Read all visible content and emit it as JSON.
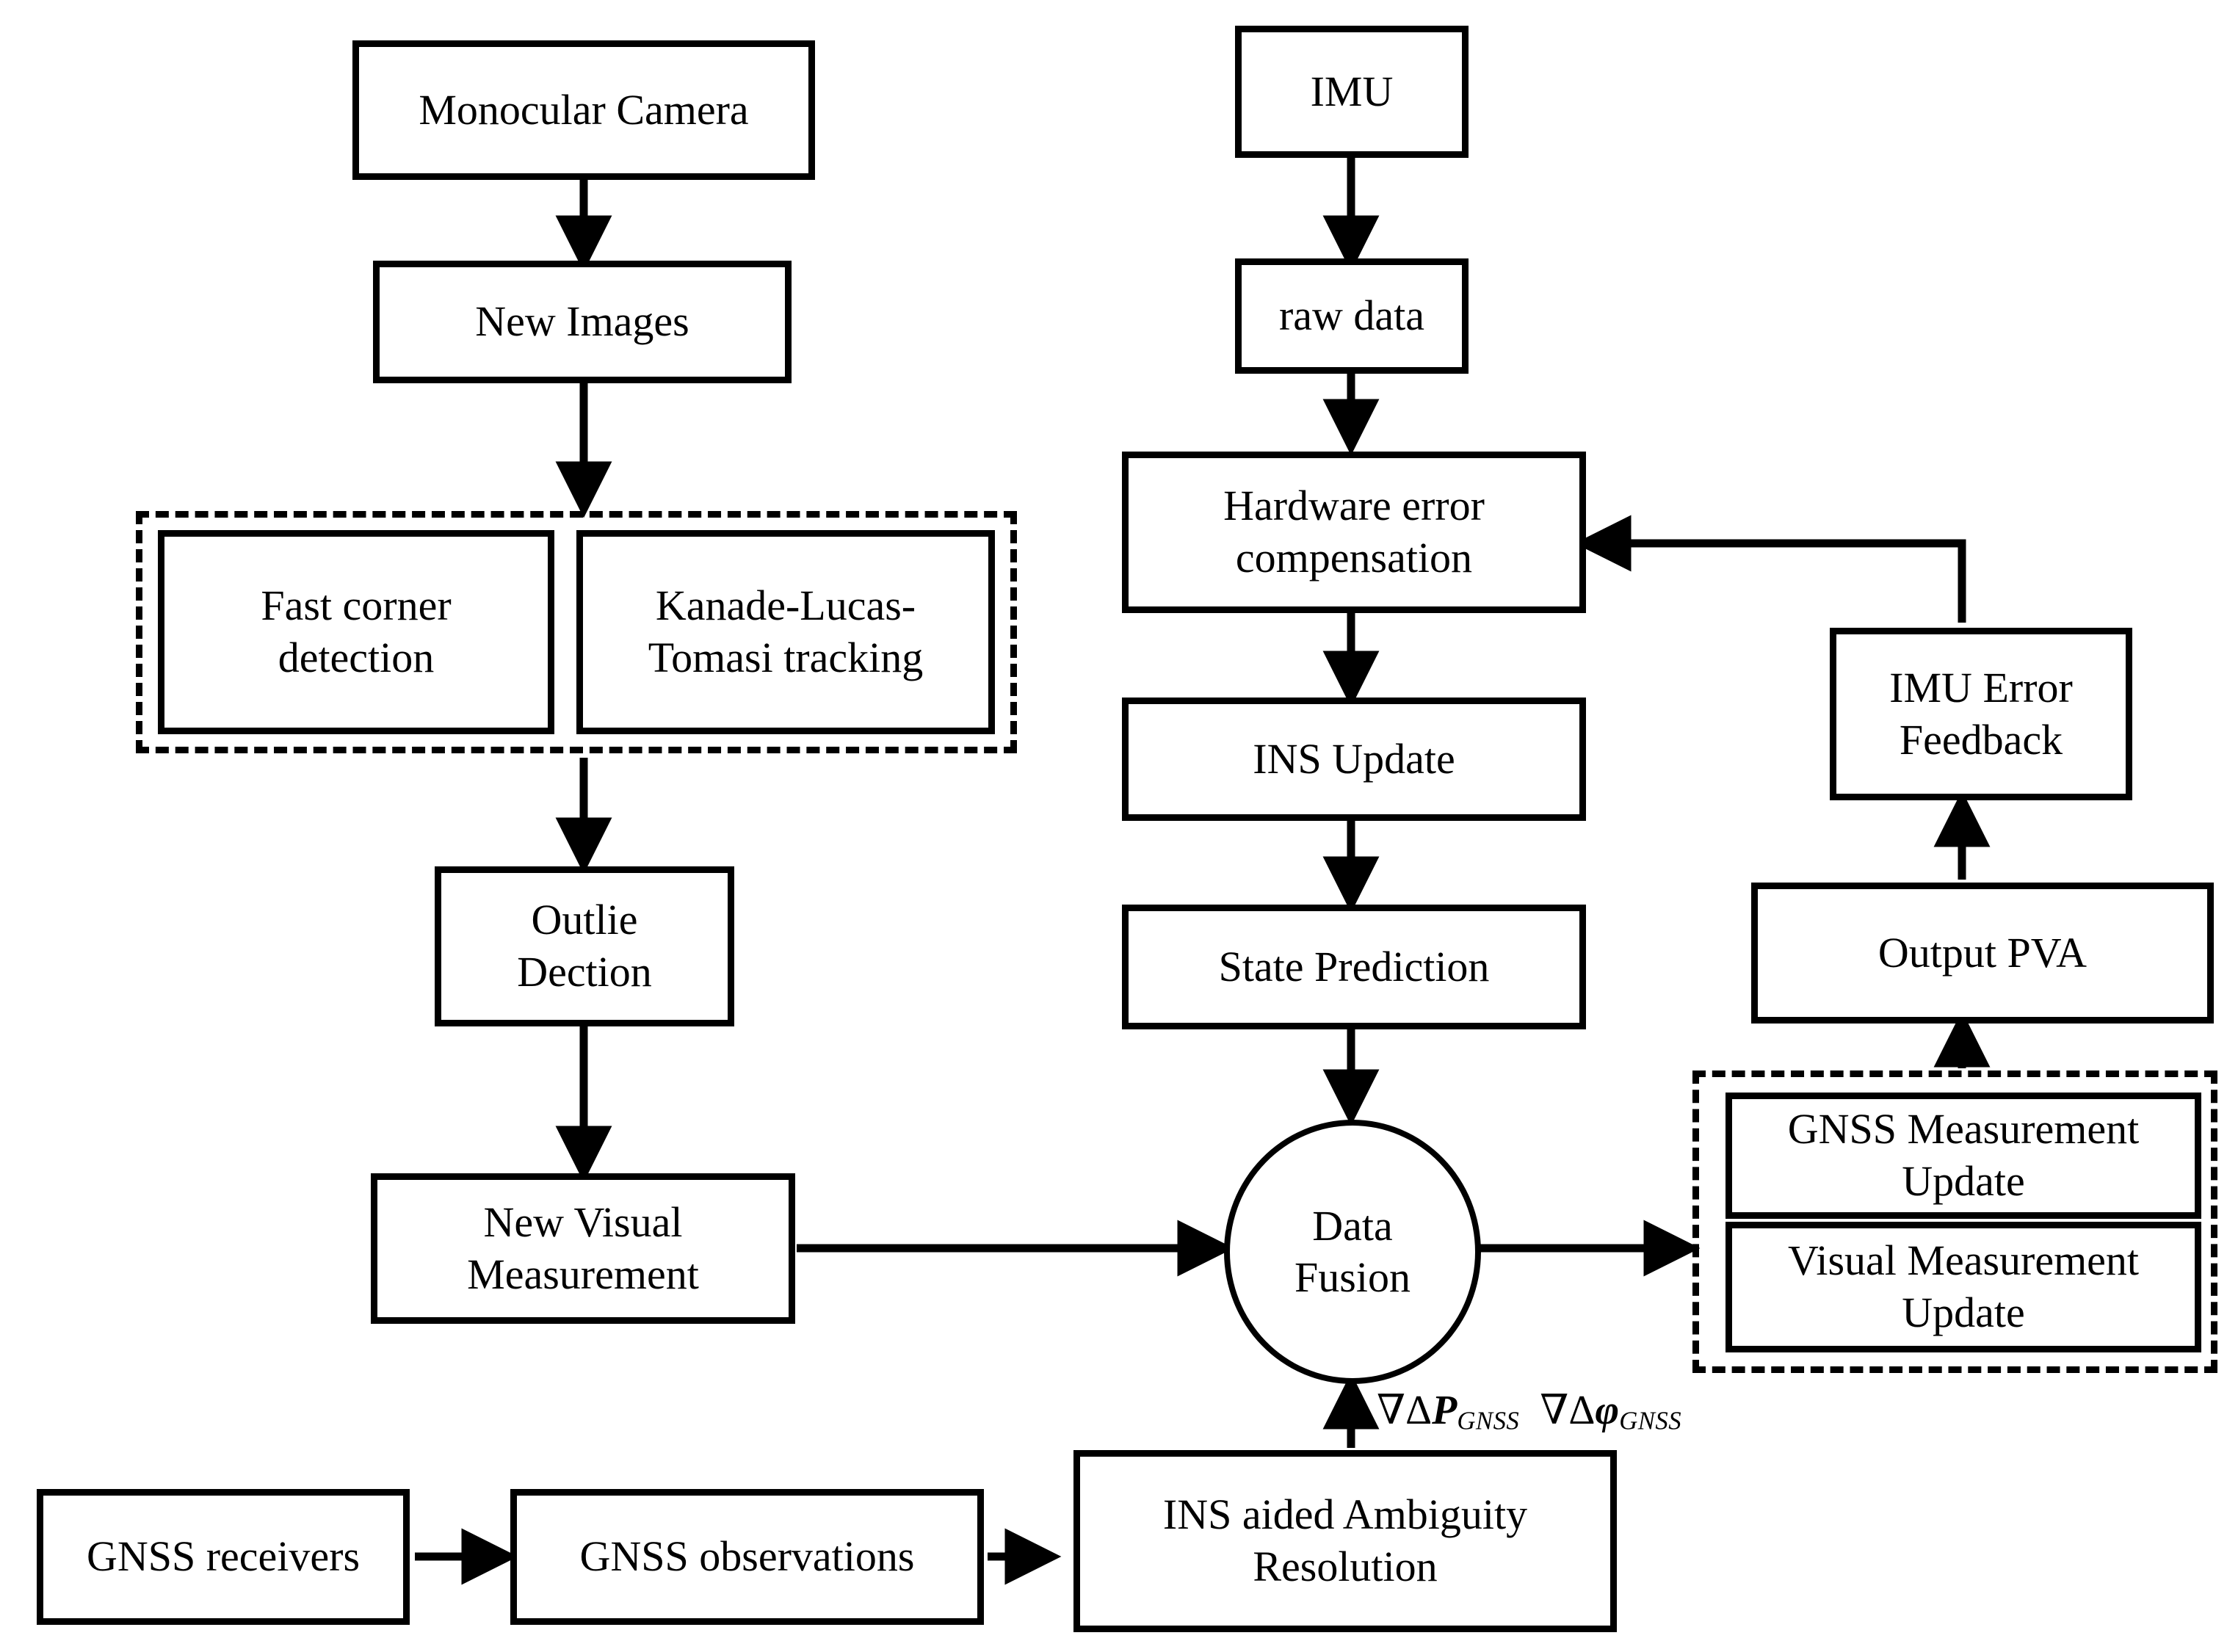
{
  "diagram": {
    "title": "GNSS/INS/Vision integrated navigation flowchart",
    "background_color": "#ffffff",
    "line_color": "#000000"
  },
  "nodes": {
    "monocular_camera": "Monocular Camera",
    "new_images": "New Images",
    "fast_corner_detection": "Fast corner detection",
    "klt_tracking": "Kanade-Lucas-Tomasi tracking",
    "outlie_dection": "Outlie Dection",
    "new_visual_measurement": "New Visual Measurement",
    "imu": "IMU",
    "raw_data": "raw data",
    "hardware_error_compensation": "Hardware error compensation",
    "ins_update": "INS Update",
    "state_prediction": "State Prediction",
    "data_fusion": "Data Fusion",
    "imu_error_feedback": "IMU Error Feedback",
    "output_pva": "Output PVA",
    "gnss_measurement_update": "GNSS Measurement Update",
    "visual_measurement_update": "Visual Measurement Update",
    "gnss_receivers": "GNSS receivers",
    "gnss_observations": "GNSS observations",
    "ins_aided_ambiguity_resolution": "INS aided Ambiguity Resolution"
  },
  "node_lines": {
    "monocular_camera": [
      "Monocular Camera"
    ],
    "new_images": [
      "New Images"
    ],
    "fast_corner_detection": [
      "Fast corner",
      "detection"
    ],
    "klt_tracking": [
      "Kanade-Lucas-",
      "Tomasi tracking"
    ],
    "outlie_dection": [
      "Outlie",
      "Dection"
    ],
    "new_visual_measurement": [
      "New Visual",
      "Measurement"
    ],
    "imu": [
      "IMU"
    ],
    "raw_data": [
      "raw data"
    ],
    "hardware_error_compensation": [
      "Hardware error",
      "compensation"
    ],
    "ins_update": [
      "INS Update"
    ],
    "state_prediction": [
      "State Prediction"
    ],
    "data_fusion": [
      "Data",
      "Fusion"
    ],
    "imu_error_feedback": [
      "IMU Error",
      "Feedback"
    ],
    "output_pva": [
      "Output PVA"
    ],
    "gnss_measurement_update": [
      "GNSS Measurement",
      "Update"
    ],
    "visual_measurement_update": [
      "Visual Measurement",
      "Update"
    ],
    "gnss_receivers": [
      "GNSS receivers"
    ],
    "gnss_observations": [
      "GNSS observations"
    ],
    "ins_aided_ambiguity_resolution": [
      "INS aided Ambiguity",
      "Resolution"
    ]
  },
  "annotations": {
    "gnss_double_difference": {
      "pressure_symbol": "∇Δ",
      "p_term": "P",
      "p_subscript": "GNSS",
      "phi_symbol": "∇Δ",
      "phi_term": "φ",
      "phi_subscript": "GNSS",
      "full_text": "∇ΔP_GNSS ∇Δφ_GNSS"
    }
  },
  "groups": {
    "feature_tracking_group": "feature detection and tracking group",
    "measurement_update_group": "measurement update group"
  },
  "edges": [
    {
      "from": "monocular_camera",
      "to": "new_images",
      "type": "arrow"
    },
    {
      "from": "new_images",
      "to": "feature_tracking_group",
      "type": "arrow"
    },
    {
      "from": "klt_tracking",
      "to": "outlie_dection",
      "type": "arrow"
    },
    {
      "from": "outlie_dection",
      "to": "new_visual_measurement",
      "type": "arrow"
    },
    {
      "from": "new_visual_measurement",
      "to": "data_fusion",
      "type": "arrow"
    },
    {
      "from": "imu",
      "to": "raw_data",
      "type": "arrow"
    },
    {
      "from": "raw_data",
      "to": "hardware_error_compensation",
      "type": "arrow"
    },
    {
      "from": "hardware_error_compensation",
      "to": "ins_update",
      "type": "arrow"
    },
    {
      "from": "ins_update",
      "to": "state_prediction",
      "type": "arrow"
    },
    {
      "from": "state_prediction",
      "to": "data_fusion",
      "type": "arrow"
    },
    {
      "from": "data_fusion",
      "to": "measurement_update_group",
      "type": "arrow"
    },
    {
      "from": "measurement_update_group",
      "to": "output_pva",
      "type": "arrow"
    },
    {
      "from": "output_pva",
      "to": "imu_error_feedback",
      "type": "arrow"
    },
    {
      "from": "imu_error_feedback",
      "to": "hardware_error_compensation",
      "type": "arrow-elbow"
    },
    {
      "from": "gnss_receivers",
      "to": "gnss_observations",
      "type": "arrow"
    },
    {
      "from": "gnss_observations",
      "to": "ins_aided_ambiguity_resolution",
      "type": "arrow"
    },
    {
      "from": "ins_aided_ambiguity_resolution",
      "to": "data_fusion",
      "type": "arrow"
    }
  ]
}
